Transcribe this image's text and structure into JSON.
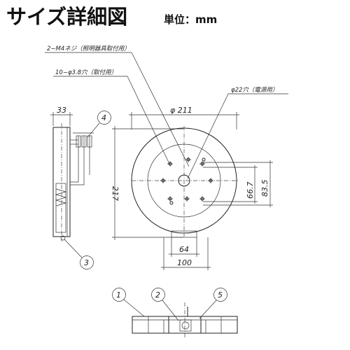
{
  "header": {
    "title": "サイズ詳細図",
    "unit": "単位：mm"
  },
  "callouts": {
    "m4_screw": "2−M4ネジ（照明器具取付用）",
    "mount_holes": "10−φ3.8穴（取付用）",
    "cable_hole": "φ22穴（電源用）"
  },
  "dimensions": {
    "diameter": "φ 211",
    "depth": "33",
    "height": "217",
    "pitch_small": "66.7",
    "pitch_large": "83.5",
    "width_small": "64",
    "width_large": "100"
  },
  "part_numbers": [
    "1",
    "2",
    "3",
    "4",
    "5"
  ],
  "colors": {
    "line": "#222222",
    "text": "#111111",
    "background": "#ffffff"
  }
}
